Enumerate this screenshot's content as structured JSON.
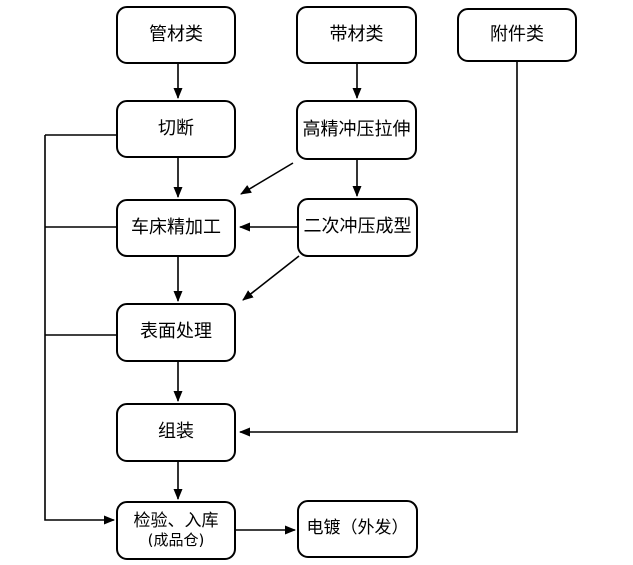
{
  "diagram": {
    "type": "flowchart",
    "background_color": "#ffffff",
    "node_border_color": "#000000",
    "node_fill_color": "#ffffff",
    "text_color": "#000000",
    "connector_color": "#000000",
    "nodes": [
      {
        "id": "pipe",
        "label": "管材类"
      },
      {
        "id": "strip",
        "label": "带材类"
      },
      {
        "id": "accessory",
        "label": "附件类"
      },
      {
        "id": "cut",
        "label": "切断"
      },
      {
        "id": "stamp",
        "label": "高精冲压拉伸"
      },
      {
        "id": "lathe",
        "label": "车床精加工"
      },
      {
        "id": "secondary",
        "label": "二次冲压成型"
      },
      {
        "id": "surface",
        "label": "表面处理"
      },
      {
        "id": "assembly",
        "label": "组装"
      },
      {
        "id": "inspect",
        "label": "检验、入库",
        "sublabel": "(成品仓)"
      },
      {
        "id": "plating",
        "label": "电镀（外发）"
      }
    ],
    "edges": [
      {
        "from": "pipe",
        "to": "cut",
        "arrow": true
      },
      {
        "from": "strip",
        "to": "stamp",
        "arrow": true
      },
      {
        "from": "cut",
        "to": "lathe",
        "arrow": true
      },
      {
        "from": "stamp",
        "to": "lathe",
        "arrow": true
      },
      {
        "from": "stamp",
        "to": "secondary",
        "arrow": true
      },
      {
        "from": "secondary",
        "to": "lathe",
        "arrow": true
      },
      {
        "from": "secondary",
        "to": "surface",
        "arrow": true
      },
      {
        "from": "lathe",
        "to": "surface",
        "arrow": true
      },
      {
        "from": "surface",
        "to": "assembly",
        "arrow": true
      },
      {
        "from": "assembly",
        "to": "inspect",
        "arrow": true
      },
      {
        "from": "inspect",
        "to": "plating",
        "arrow": true
      },
      {
        "from": "accessory",
        "to": "assembly",
        "arrow": true
      },
      {
        "from": "cut",
        "to": "inspect",
        "arrow": true,
        "via": "left-trunk"
      },
      {
        "from": "lathe",
        "to": "inspect",
        "arrow": true,
        "via": "left-trunk"
      },
      {
        "from": "surface",
        "to": "inspect",
        "arrow": true,
        "via": "left-trunk"
      }
    ]
  }
}
